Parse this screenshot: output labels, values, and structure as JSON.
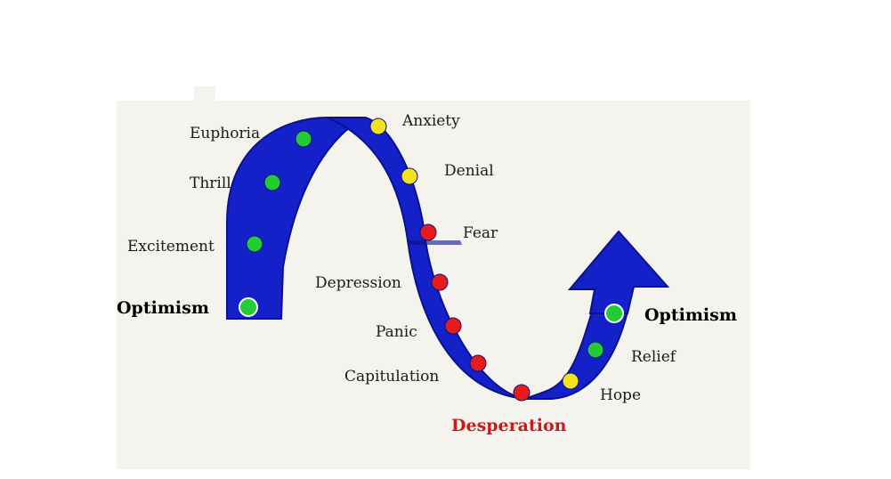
{
  "colors": {
    "band": "#1420c8",
    "band_dark": "#0a128a",
    "green": "#22cc33",
    "yellow": "#f2e21a",
    "red": "#e81b1b",
    "desperation": "#cc1a1a"
  },
  "stages": [
    {
      "label": "Optimism",
      "color": "green",
      "emphasis": "bold"
    },
    {
      "label": "Excitement",
      "color": "green"
    },
    {
      "label": "Thrill",
      "color": "green"
    },
    {
      "label": "Euphoria",
      "color": "green"
    },
    {
      "label": "Anxiety",
      "color": "yellow"
    },
    {
      "label": "Denial",
      "color": "yellow"
    },
    {
      "label": "Fear",
      "color": "red"
    },
    {
      "label": "Depression",
      "color": "red"
    },
    {
      "label": "Panic",
      "color": "red"
    },
    {
      "label": "Capitulation",
      "color": "red"
    },
    {
      "label": "Desperation",
      "color": "red",
      "emphasis": "bold-red"
    },
    {
      "label": "Hope",
      "color": "yellow"
    },
    {
      "label": "Relief",
      "color": "green"
    },
    {
      "label": "Optimism",
      "color": "green",
      "emphasis": "bold"
    }
  ]
}
